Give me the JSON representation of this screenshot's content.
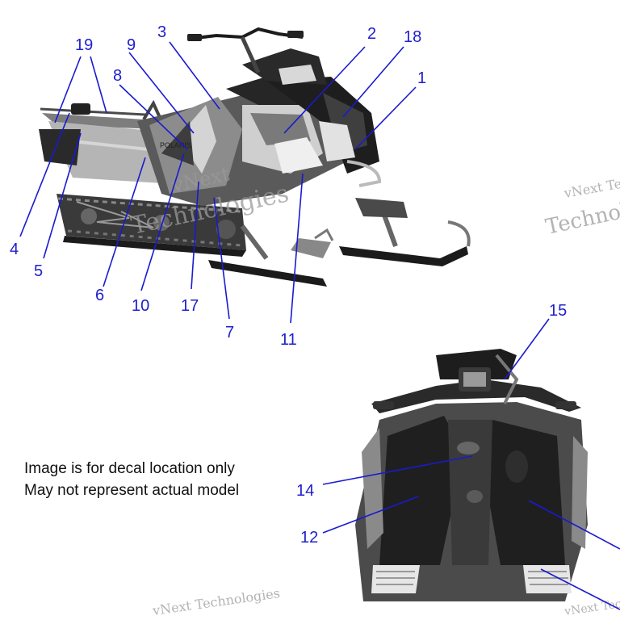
{
  "notes": {
    "line1": "Image is for decal location only",
    "line2": "May not represent actual model"
  },
  "watermarks": {
    "brand_1": "vNext",
    "brand_2": "Technologies",
    "brand_3": "vNext Technologies"
  },
  "decal_text": {
    "brand": "POLARIS"
  },
  "callouts": {
    "c1": "1",
    "c2": "2",
    "c3": "3",
    "c4": "4",
    "c5": "5",
    "c6": "6",
    "c7": "7",
    "c8": "8",
    "c9": "9",
    "c10": "10",
    "c11": "11",
    "c12": "12",
    "c14": "14",
    "c15": "15",
    "c17": "17",
    "c18": "18",
    "c19": "19"
  },
  "colors": {
    "callout": "#2020cc",
    "body_dark": "#1e1e1e",
    "body_mid": "#555555",
    "body_light": "#a8a8a8"
  }
}
